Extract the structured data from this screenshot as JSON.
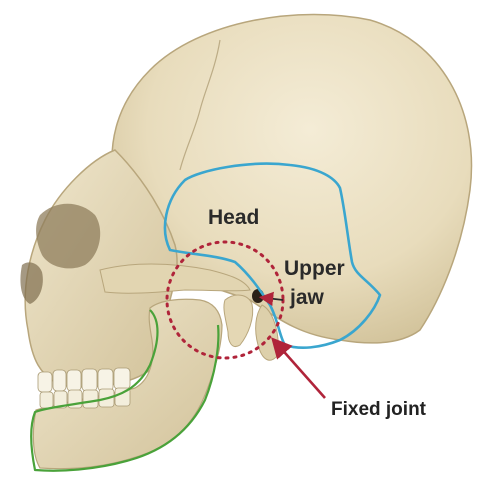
{
  "labels": {
    "head": "Head",
    "upper_jaw_line1": "Upper",
    "upper_jaw_line2": "jaw",
    "fixed_joint": "Fixed joint"
  },
  "colors": {
    "background": "#ffffff",
    "bone": "#ece2c8",
    "bone_shadow": "#c8b991",
    "head_outline": "#3aa6cf",
    "jaw_outline": "#4aa23a",
    "joint_circle": "#b0243a",
    "arrow": "#b0243a",
    "text": "#2a2a2a"
  }
}
